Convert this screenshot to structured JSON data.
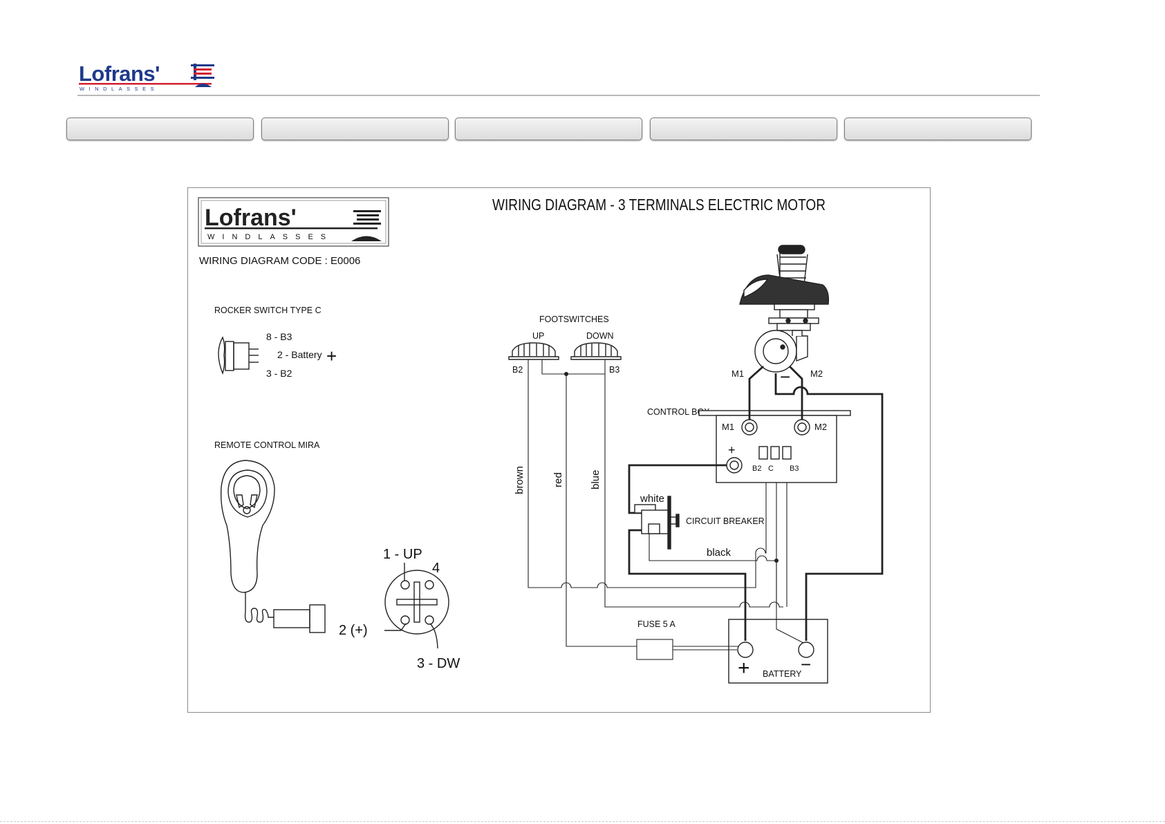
{
  "brand": {
    "name": "Lofrans'",
    "tagline": "WINDLASSES",
    "colors": {
      "navy": "#1f3a8a",
      "red": "#d22030",
      "ink": "#222222"
    }
  },
  "nav": {
    "buttons": [
      {
        "label": ""
      },
      {
        "label": ""
      },
      {
        "label": ""
      },
      {
        "label": ""
      },
      {
        "label": ""
      }
    ]
  },
  "diagram": {
    "title": "WIRING DIAGRAM - 3 TERMINALS  ELECTRIC  MOTOR",
    "code": "WIRING DIAGRAM CODE : E0006",
    "rocker_switch": {
      "title": "ROCKER SWITCH TYPE C",
      "pins": [
        "8 - B3",
        "2 - Battery",
        "3 - B2"
      ],
      "plus": "+"
    },
    "remote": {
      "title": "REMOTE CONTROL MIRA",
      "pins": {
        "p1": "1 - UP",
        "p4": "4",
        "p2": "2 (+)",
        "p3": "3 - DW"
      }
    },
    "footswitches": {
      "title": "FOOTSWITCHES",
      "up": "UP",
      "down": "DOWN",
      "b2": "B2",
      "b3": "B3"
    },
    "wires": {
      "brown": "brown",
      "red": "red",
      "blue": "blue",
      "white": "white",
      "black": "black"
    },
    "motor": {
      "m1": "M1",
      "m2": "M2",
      "minus": "−"
    },
    "control_box": {
      "label": "CONTROL BOX",
      "m1": "M1",
      "m2": "M2",
      "plus": "+",
      "b2": "B2",
      "c": "C",
      "b3": "B3"
    },
    "circuit_breaker": "CIRCUIT BREAKER",
    "fuse": "FUSE 5 A",
    "battery": {
      "label": "BATTERY",
      "plus": "+",
      "minus": "−"
    }
  }
}
